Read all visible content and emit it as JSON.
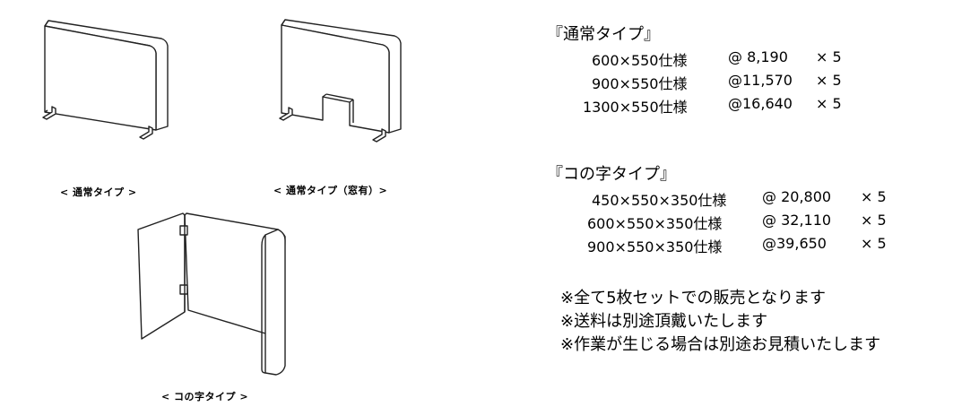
{
  "captions": {
    "standard": "< 通常タイプ >",
    "standard_window": "< 通常タイプ（窓有）>",
    "u_shape": "< コの字タイプ >"
  },
  "standard": {
    "title": "『通常タイプ』",
    "rows": [
      {
        "spec": "600×550仕様",
        "price": "@ 8,190",
        "qty": "× 5"
      },
      {
        "spec": "900×550仕様",
        "price": "@11,570",
        "qty": "× 5"
      },
      {
        "spec": "1300×550仕様",
        "price": "@16,640",
        "qty": "× 5"
      }
    ]
  },
  "u_shape": {
    "title": "『コの字タイプ』",
    "rows": [
      {
        "spec": "450×550×350仕様",
        "price": "@ 20,800",
        "qty": "× 5"
      },
      {
        "spec": "600×550×350仕様",
        "price": "@ 32,110",
        "qty": "× 5"
      },
      {
        "spec": "900×550×350仕様",
        "price": "@39,650",
        "qty": "× 5"
      }
    ]
  },
  "notes": [
    "※全て5枚セットでの販売となります",
    "※送料は別途頂戴いたします",
    "※作業が生じる場合は別途お見積いたします"
  ]
}
